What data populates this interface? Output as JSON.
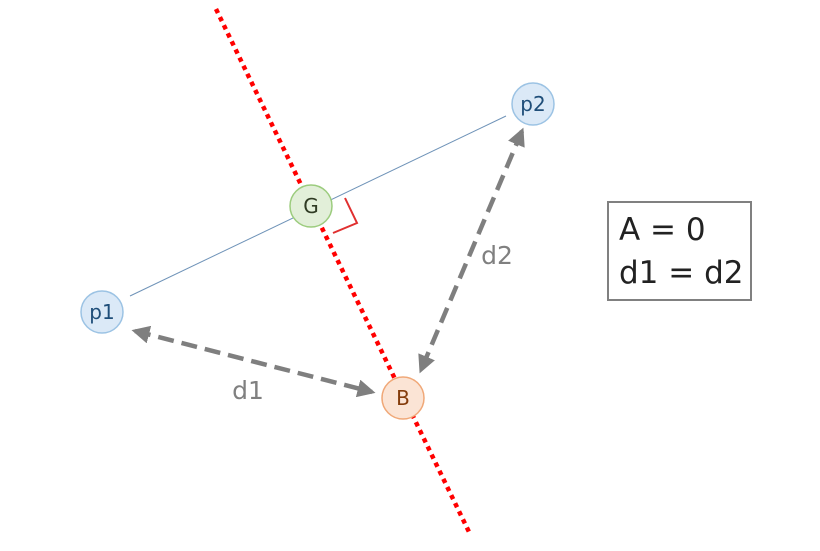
{
  "nodes": {
    "p1": {
      "label": "p1",
      "fill": "#dbe9f7",
      "stroke": "#9cc3e4",
      "text_color": "#1f4e79"
    },
    "p2": {
      "label": "p2",
      "fill": "#dbe9f7",
      "stroke": "#9cc3e4",
      "text_color": "#1f4e79"
    },
    "g": {
      "label": "G",
      "fill": "#e2efd9",
      "stroke": "#9ccc7e",
      "text_color": "#2f3b24"
    },
    "b": {
      "label": "B",
      "fill": "#fbe4d5",
      "stroke": "#f0a878",
      "text_color": "#843c0c"
    }
  },
  "distances": {
    "d1": "d1",
    "d2": "d2",
    "color": "#7f7f7f"
  },
  "bisector": {
    "color": "#ff0000",
    "style": "dotted"
  },
  "segment": {
    "color": "#6f93b8"
  },
  "right_angle_marker": {
    "color": "#e03030"
  },
  "info_box": {
    "line1": "A = 0",
    "line2": "d1 = d2"
  }
}
